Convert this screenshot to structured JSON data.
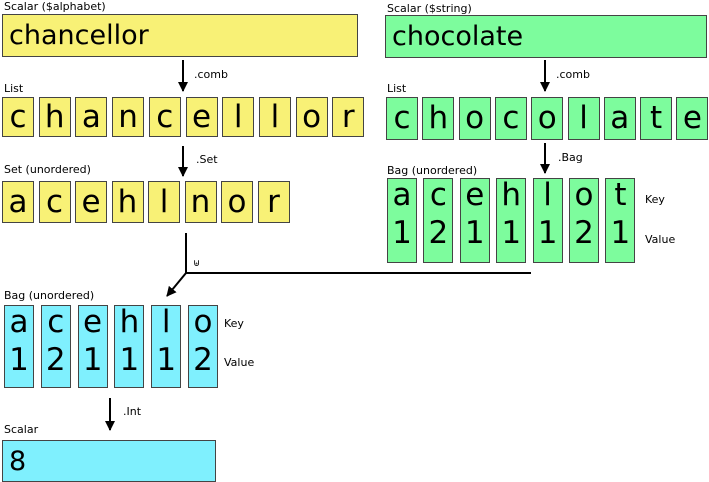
{
  "colors": {
    "yellow": "#f8f176",
    "green": "#7dfc9d",
    "cyan": "#7ff0fe",
    "border": "#444444"
  },
  "left": {
    "scalar_label": "Scalar ($alphabet)",
    "scalar_value": "chancellor",
    "comb_label": ".comb",
    "list_label": "List",
    "list_chars": [
      "c",
      "h",
      "a",
      "n",
      "c",
      "e",
      "l",
      "l",
      "o",
      "r"
    ],
    "set_method": ".Set",
    "set_label": "Set (unordered)",
    "set_chars": [
      "a",
      "c",
      "e",
      "h",
      "l",
      "n",
      "o",
      "r"
    ]
  },
  "right": {
    "scalar_label": "Scalar ($string)",
    "scalar_value": "chocolate",
    "comb_label": ".comb",
    "list_label": "List",
    "list_chars": [
      "c",
      "h",
      "o",
      "c",
      "o",
      "l",
      "a",
      "t",
      "e"
    ],
    "bag_method": ".Bag",
    "bag_label": "Bag (unordered)",
    "bag_keys": [
      "a",
      "c",
      "e",
      "h",
      "l",
      "o",
      "t"
    ],
    "bag_values": [
      "1",
      "2",
      "1",
      "1",
      "1",
      "2",
      "1"
    ],
    "key_label": "Key",
    "value_label": "Value"
  },
  "intersection": {
    "operator": "⊎",
    "bag_label": "Bag (unordered)",
    "bag_keys": [
      "a",
      "c",
      "e",
      "h",
      "l",
      "o"
    ],
    "bag_values": [
      "1",
      "2",
      "1",
      "1",
      "1",
      "2"
    ],
    "key_label": "Key",
    "value_label": "Value",
    "int_method": ".Int",
    "scalar_label": "Scalar",
    "scalar_value": "8"
  }
}
